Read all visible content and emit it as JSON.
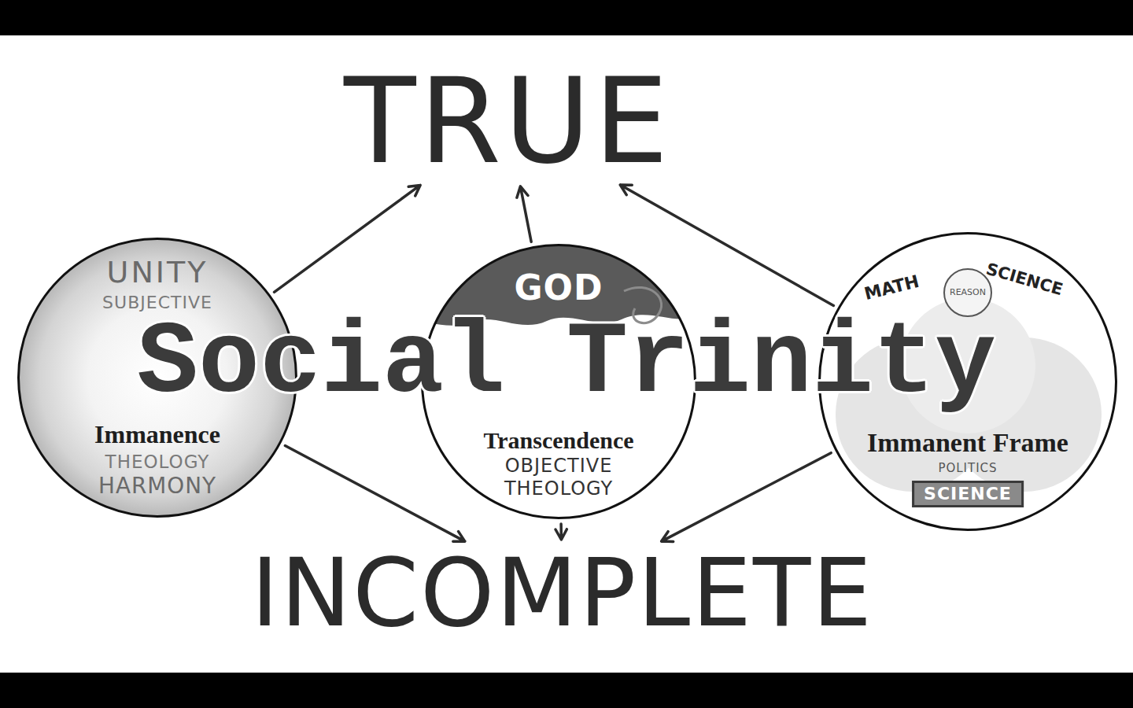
{
  "diagram": {
    "nodes": [
      {
        "text": [
          "TRUE"
        ]
      },
      {
        "text": [
          "UNITY",
          "SUBJECTIVE",
          "Immanence",
          "THEOLOGY",
          "HARMONY"
        ]
      },
      {
        "text": [
          "GOD",
          "Transcendence",
          "OBJECTIVE THEOLOGY"
        ]
      },
      {
        "text": [
          "MATH",
          "REASON",
          "SCIENCE",
          "Immanent Frame",
          "POLITICS",
          "SCIENCE"
        ]
      },
      {
        "text": [
          "INCOMPLETE"
        ]
      }
    ],
    "edges": [
      {
        "from": 1,
        "to": 0,
        "arrow": "to"
      },
      {
        "from": 2,
        "to": 0,
        "arrow": "to"
      },
      {
        "from": 3,
        "to": 0,
        "arrow": "to"
      },
      {
        "from": 1,
        "to": 4,
        "arrow": "to"
      },
      {
        "from": 2,
        "to": 4,
        "arrow": "to"
      },
      {
        "from": 3,
        "to": 4,
        "arrow": "to"
      }
    ],
    "labels": [
      "Social Trinity"
    ]
  }
}
